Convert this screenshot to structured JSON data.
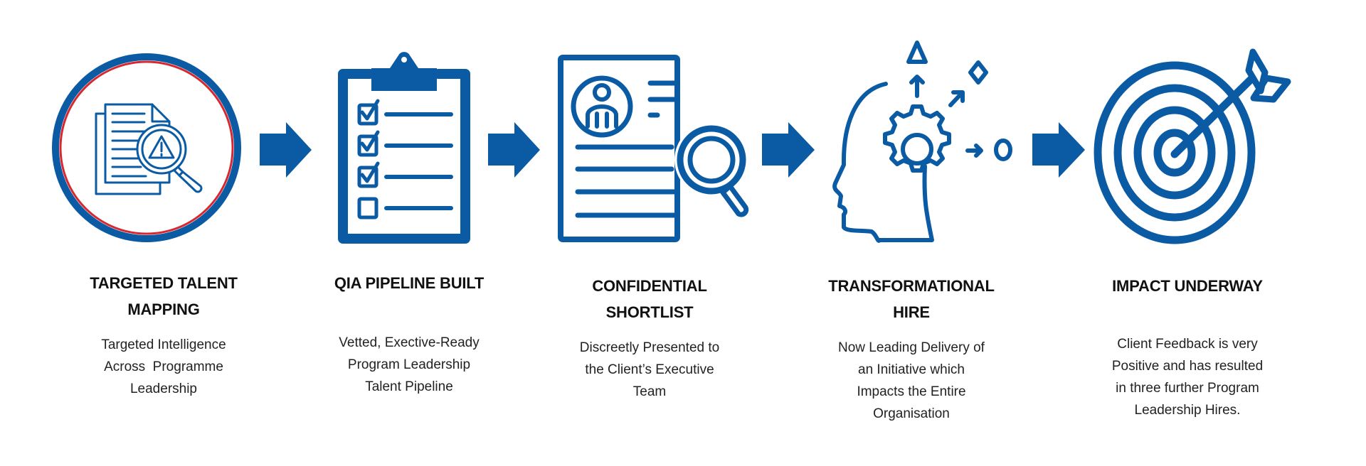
{
  "colors": {
    "primary": "#0a5ba3",
    "accent": "#d8282f",
    "text": "#111111"
  },
  "steps": [
    {
      "icon": "document-search-warning-icon",
      "title_lines": [
        "TARGETED TALENT",
        "MAPPING"
      ],
      "desc_lines": [
        "Targeted Intelligence",
        "Across  Programme",
        "Leadership"
      ]
    },
    {
      "icon": "clipboard-checklist-icon",
      "title_lines": [
        "QIA PIPELINE BUILT"
      ],
      "desc_lines": [
        "Vetted, Exective-Ready",
        "Program Leadership",
        "Talent Pipeline"
      ]
    },
    {
      "icon": "resume-search-icon",
      "title_lines": [
        "CONFIDENTIAL",
        "SHORTLIST"
      ],
      "desc_lines": [
        "Discreetly Presented to",
        "the Client’s Executive",
        "Team"
      ]
    },
    {
      "icon": "head-gear-icon",
      "title_lines": [
        "TRANSFORMATIONAL",
        "HIRE"
      ],
      "desc_lines": [
        "Now Leading Delivery of",
        "an Initiative which",
        "Impacts the Entire",
        "Organisation"
      ]
    },
    {
      "icon": "target-arrow-icon",
      "title_lines": [
        "IMPACT UNDERWAY"
      ],
      "desc_lines": [
        "Client Feedback is very",
        "Positive and has resulted",
        "in three further Program",
        "Leadership Hires."
      ]
    }
  ]
}
